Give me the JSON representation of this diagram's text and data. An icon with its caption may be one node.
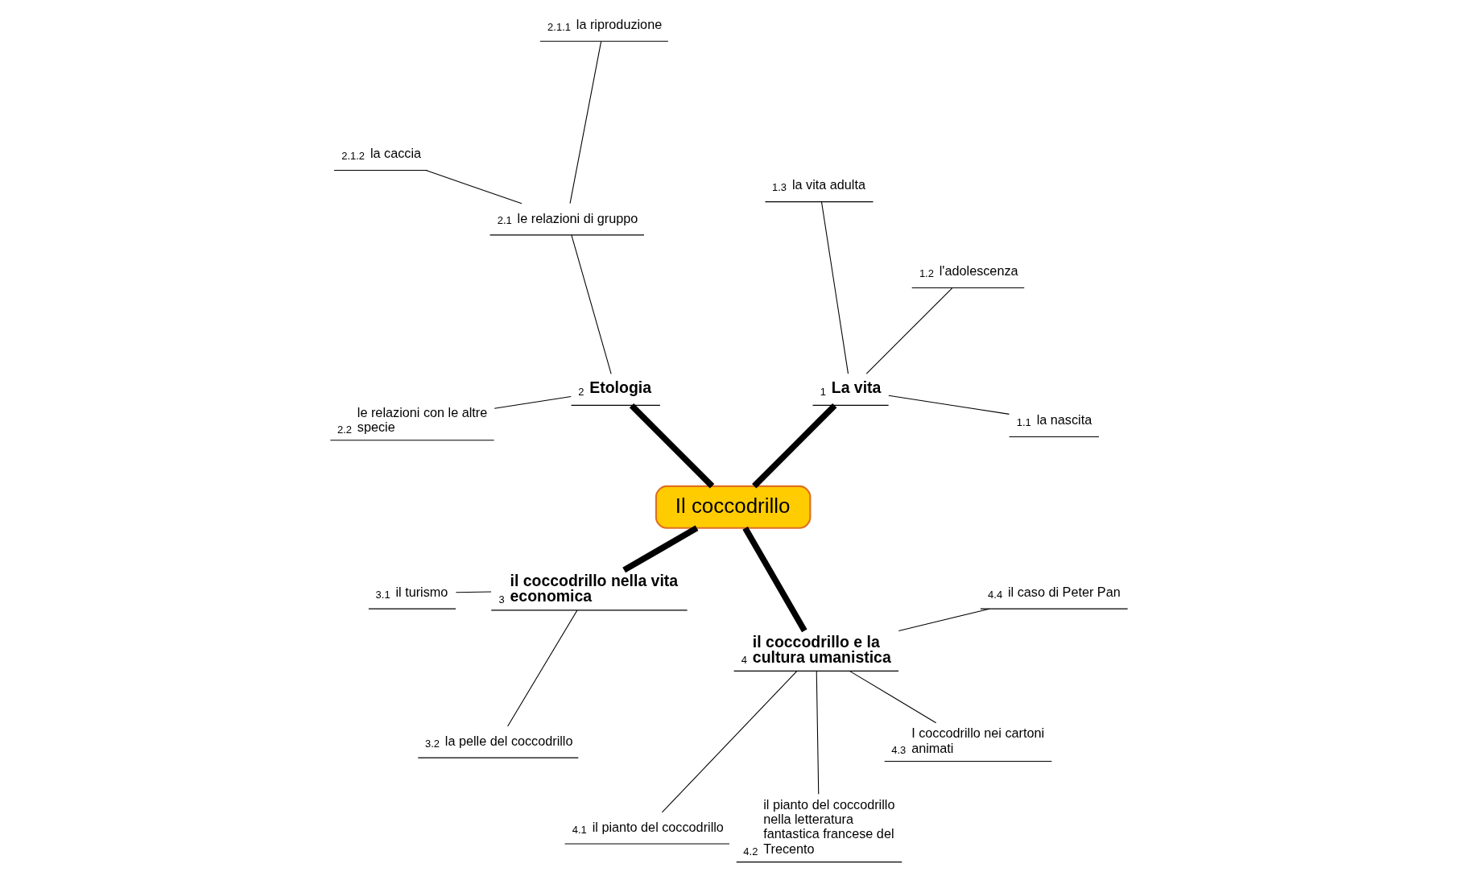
{
  "diagram": {
    "nodes": [
      {
        "text": [
          "Il coccodrillo"
        ]
      },
      {
        "text": [
          "1",
          "La vita"
        ]
      },
      {
        "text": [
          "1.1",
          "la nascita"
        ]
      },
      {
        "text": [
          "1.2",
          "l'adolescenza"
        ]
      },
      {
        "text": [
          "1.3",
          "la vita adulta"
        ]
      },
      {
        "text": [
          "2",
          "Etologia"
        ]
      },
      {
        "text": [
          "2.1",
          "le relazioni di gruppo"
        ]
      },
      {
        "text": [
          "2.1.1",
          "la riproduzione"
        ]
      },
      {
        "text": [
          "2.1.2",
          "la caccia"
        ]
      },
      {
        "text": [
          "2.2",
          "le relazioni con le altre specie"
        ]
      },
      {
        "text": [
          "3",
          "il coccodrillo nella vita economica"
        ]
      },
      {
        "text": [
          "3.1",
          "il turismo"
        ]
      },
      {
        "text": [
          "3.2",
          "la pelle del coccodrillo"
        ]
      },
      {
        "text": [
          "4",
          "il coccodrillo e la cultura umanistica"
        ]
      },
      {
        "text": [
          "4.1",
          "il pianto del coccodrillo"
        ]
      },
      {
        "text": [
          "4.2",
          "il pianto del coccodrillo nella letteratura fantastica francese del Trecento"
        ]
      },
      {
        "text": [
          "4.3",
          "I coccodrillo nei cartoni animati"
        ]
      },
      {
        "text": [
          "4.4",
          "il caso di Peter Pan"
        ]
      }
    ],
    "edges": [
      {
        "from": 0,
        "to": 1,
        "arrow": "none",
        "style": "thick"
      },
      {
        "from": 1,
        "to": 2,
        "arrow": "none"
      },
      {
        "from": 1,
        "to": 3,
        "arrow": "none"
      },
      {
        "from": 1,
        "to": 4,
        "arrow": "none"
      },
      {
        "from": 0,
        "to": 5,
        "arrow": "none",
        "style": "thick"
      },
      {
        "from": 5,
        "to": 6,
        "arrow": "none"
      },
      {
        "from": 6,
        "to": 7,
        "arrow": "none"
      },
      {
        "from": 6,
        "to": 8,
        "arrow": "none"
      },
      {
        "from": 5,
        "to": 9,
        "arrow": "none"
      },
      {
        "from": 0,
        "to": 10,
        "arrow": "none",
        "style": "thick"
      },
      {
        "from": 10,
        "to": 11,
        "arrow": "none"
      },
      {
        "from": 10,
        "to": 12,
        "arrow": "none"
      },
      {
        "from": 0,
        "to": 13,
        "arrow": "none",
        "style": "thick"
      },
      {
        "from": 13,
        "to": 14,
        "arrow": "none"
      },
      {
        "from": 13,
        "to": 15,
        "arrow": "none"
      },
      {
        "from": 13,
        "to": 16,
        "arrow": "none"
      },
      {
        "from": 13,
        "to": 17,
        "arrow": "none"
      }
    ]
  }
}
